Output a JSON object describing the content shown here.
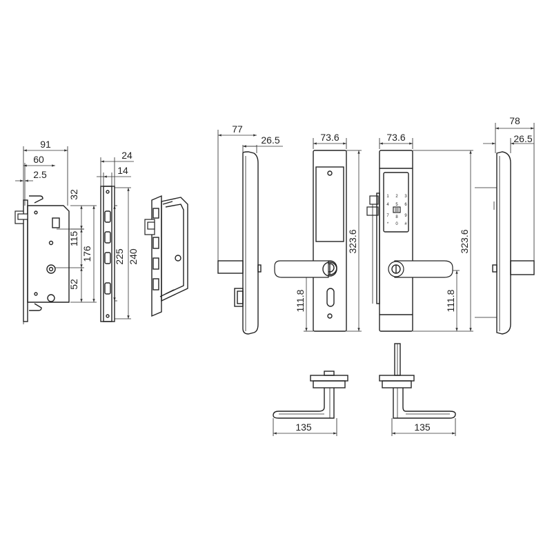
{
  "mortise_front": {
    "dim_top": "91",
    "dim_mid": "60",
    "dim_small": "2.5",
    "dim_r1": "32",
    "dim_r2": "115",
    "dim_r3": "176",
    "dim_r4": "52"
  },
  "faceplate": {
    "dim_width": "24",
    "dim_inner": "14",
    "dim_h1": "225",
    "dim_h2": "240"
  },
  "side_left": {
    "dim_depth": "77",
    "dim_plate": "26.5"
  },
  "front_outside": {
    "dim_width": "73.6",
    "dim_height": "323.6",
    "dim_handle": "111.8"
  },
  "front_inside": {
    "dim_width": "73.6",
    "dim_height": "323.6",
    "dim_handle": "111.8",
    "keypad": [
      "1",
      "2",
      "3",
      "4",
      "5",
      "6",
      "7",
      "8",
      "9",
      "*",
      "0",
      "#"
    ]
  },
  "side_right": {
    "dim_depth": "78",
    "dim_plate": "26.5"
  },
  "handles": {
    "dim_left": "135",
    "dim_right": "135"
  }
}
